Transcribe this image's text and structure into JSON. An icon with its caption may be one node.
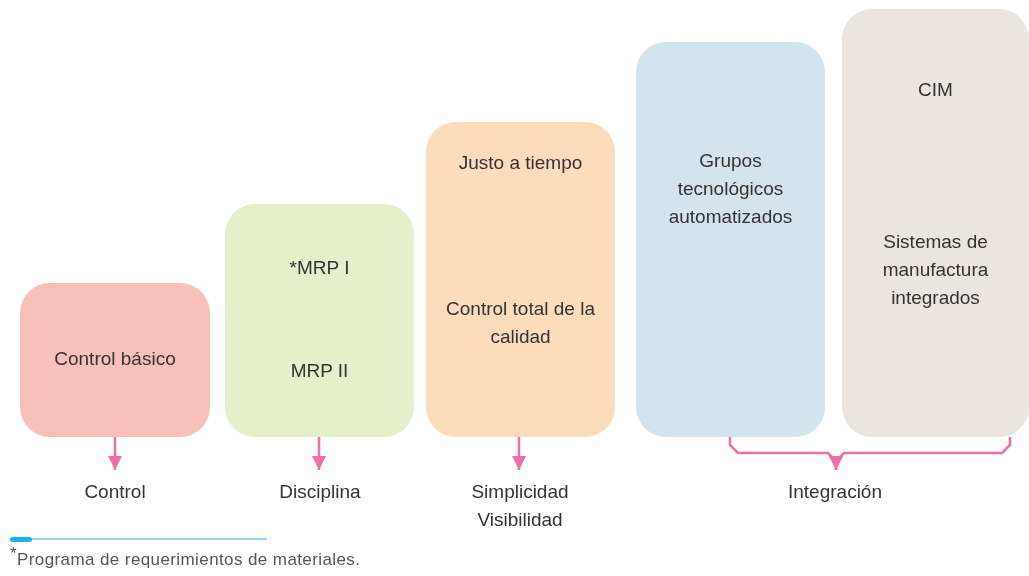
{
  "diagram": {
    "nodes": [
      {
        "text": [
          "Control básico"
        ]
      },
      {
        "text": [
          "*MRP I",
          "MRP II"
        ]
      },
      {
        "text": [
          "Justo a tiempo",
          "Control total de la calidad"
        ]
      },
      {
        "text": [
          "Grupos tecnológicos automatizados"
        ]
      },
      {
        "text": [
          "CIM",
          "Sistemas de manufactura integrados"
        ]
      },
      {
        "text": [
          "Control"
        ]
      },
      {
        "text": [
          "Disciplina"
        ]
      },
      {
        "text": [
          "Simplicidad Visibilidad"
        ]
      },
      {
        "text": [
          "Integración"
        ]
      }
    ],
    "edges": [
      {
        "from": 0,
        "to": 5,
        "arrow": "to"
      },
      {
        "from": 1,
        "to": 6,
        "arrow": "to"
      },
      {
        "from": 2,
        "to": 7,
        "arrow": "to"
      },
      {
        "from": 3,
        "to": 8,
        "arrow": "to"
      },
      {
        "from": 4,
        "to": 8,
        "arrow": "to"
      }
    ],
    "labels": [
      "$^{*}$Programa de requerimientos de materiales."
    ]
  }
}
